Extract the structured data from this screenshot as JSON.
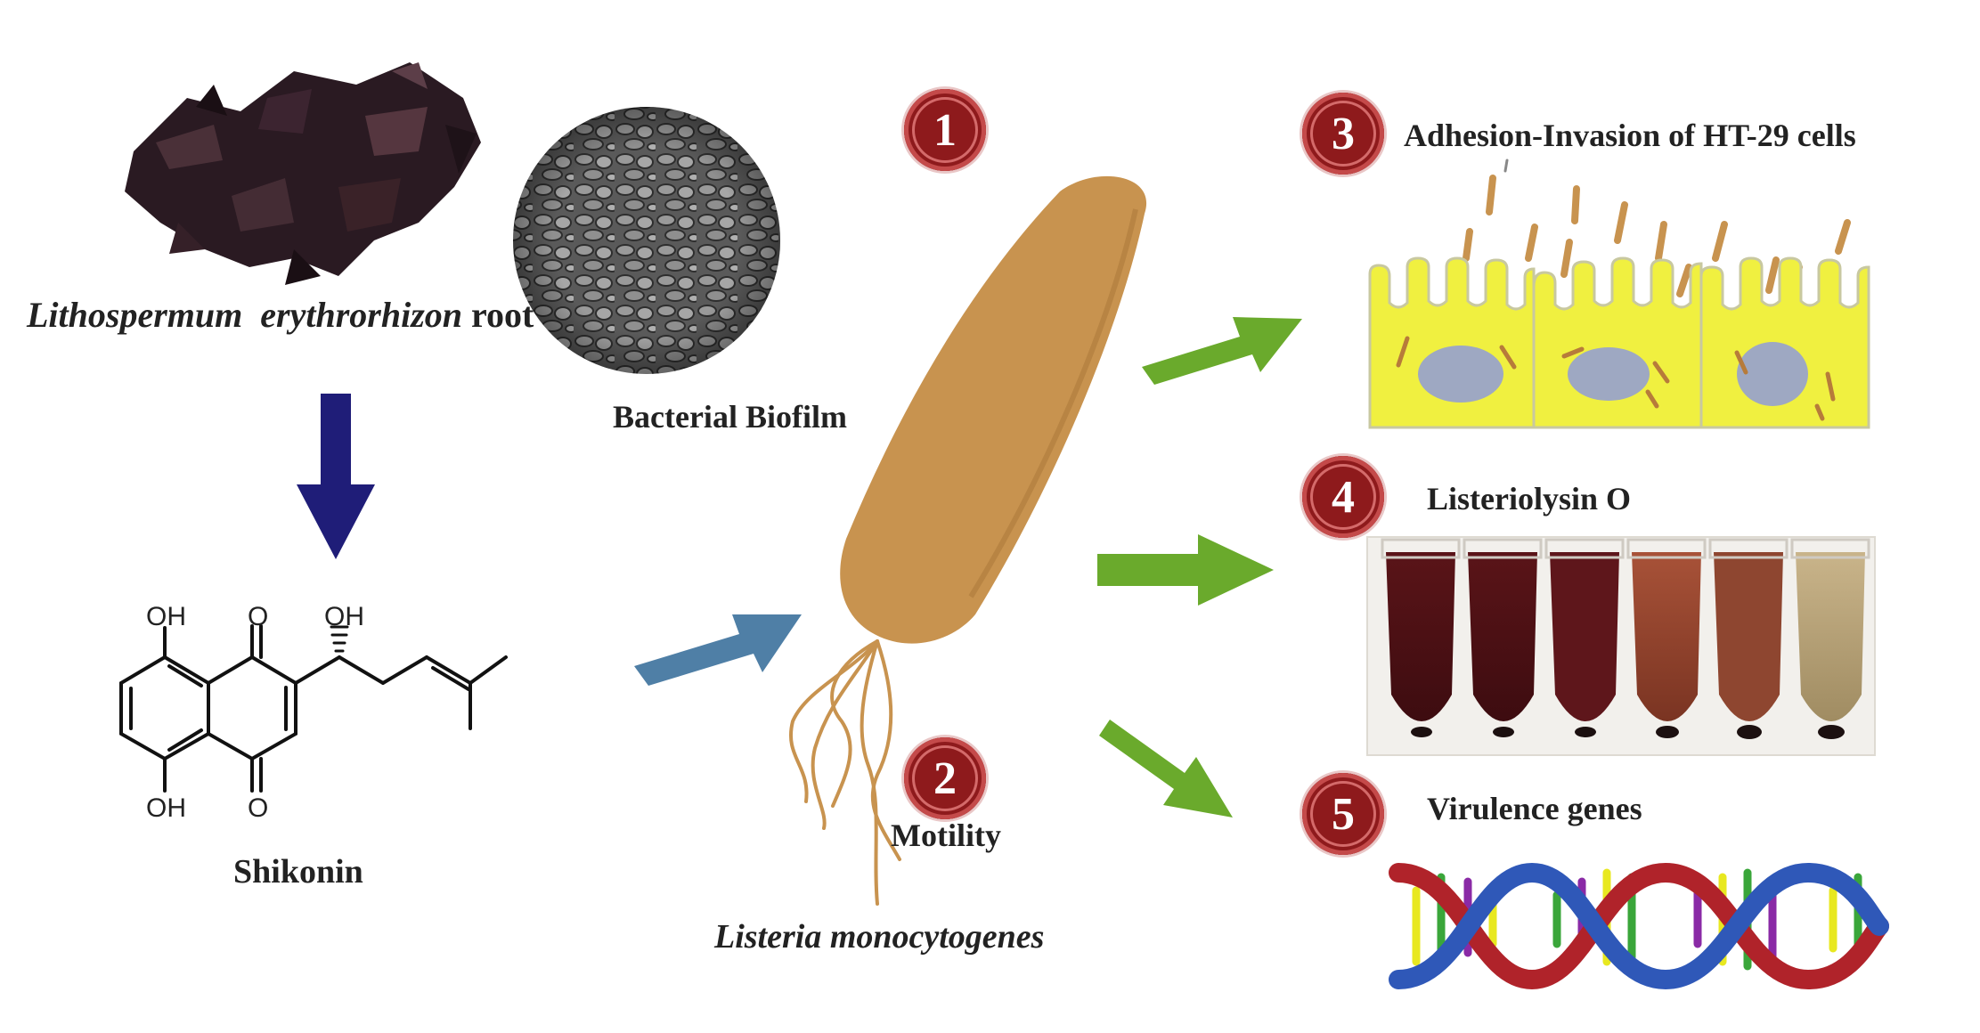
{
  "plant": {
    "name_italic_1": "Lithospermum",
    "name_italic_2": "erythrorhizon",
    "name_suffix": "root"
  },
  "compound": {
    "name": "Shikonin",
    "atom_labels": {
      "oh_top_left": "OH",
      "o_top": "O",
      "oh_side": "OH",
      "oh_bottom_left": "OH",
      "o_bottom": "O"
    }
  },
  "center": {
    "biofilm_label": "Bacterial Biofilm",
    "motility_label": "Motility",
    "organism_label": "Listeria monocytogenes"
  },
  "steps": [
    {
      "number": "1"
    },
    {
      "number": "2"
    },
    {
      "number": "3",
      "title": "Adhesion-Invasion of HT-29 cells"
    },
    {
      "number": "4",
      "title": "Listeriolysin O"
    },
    {
      "number": "5",
      "title": "Virulence genes"
    }
  ],
  "colors": {
    "badge": "#8e1a1c",
    "bacterium": "#c8934f",
    "green_arrow": "#6aaa2c",
    "blue_arrow": "#4f7fa6",
    "navy_arrow": "#1f1d78",
    "cell_fill": "#f0f040",
    "nucleus": "#9ea8c2"
  }
}
